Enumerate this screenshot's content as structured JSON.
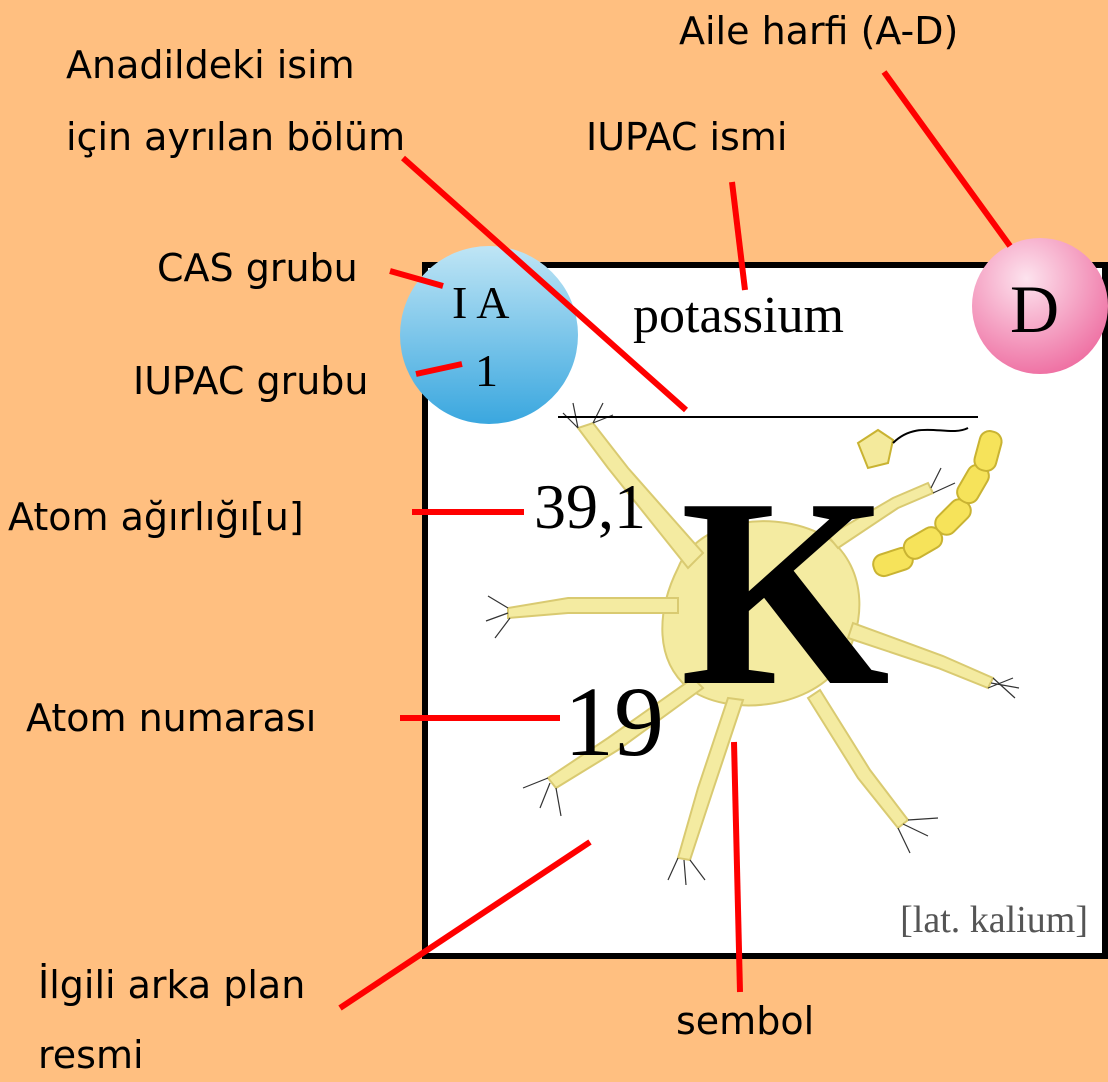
{
  "card": {
    "cas_group": "I A",
    "iupac_group": "1",
    "iupac_name": "potassium",
    "family_letter": "D",
    "atomic_weight": "39,1",
    "symbol": "K",
    "atomic_number": "19",
    "native_name": "[lat. kalium]"
  },
  "labels": {
    "family_letter": "Aile harfi (A-D)",
    "native_name_line1": "Anadildeki isim",
    "native_name_line2": "için ayrılan bölüm",
    "iupac_name": "IUPAC ismi",
    "cas_group": "CAS grubu",
    "iupac_group": "IUPAC grubu",
    "atomic_weight": "Atom ağırlığı[u]",
    "atomic_number": "Atom numarası",
    "background_line1": "İlgili arka plan",
    "background_line2": "resmi",
    "symbol": "sembol"
  },
  "colors": {
    "background": "#ffbf80",
    "leader_lines": "#ff0000",
    "cas_circle": "#5fb9e6",
    "family_circle": "#f07aa8",
    "neuron_fill": "#f4ea9c"
  }
}
